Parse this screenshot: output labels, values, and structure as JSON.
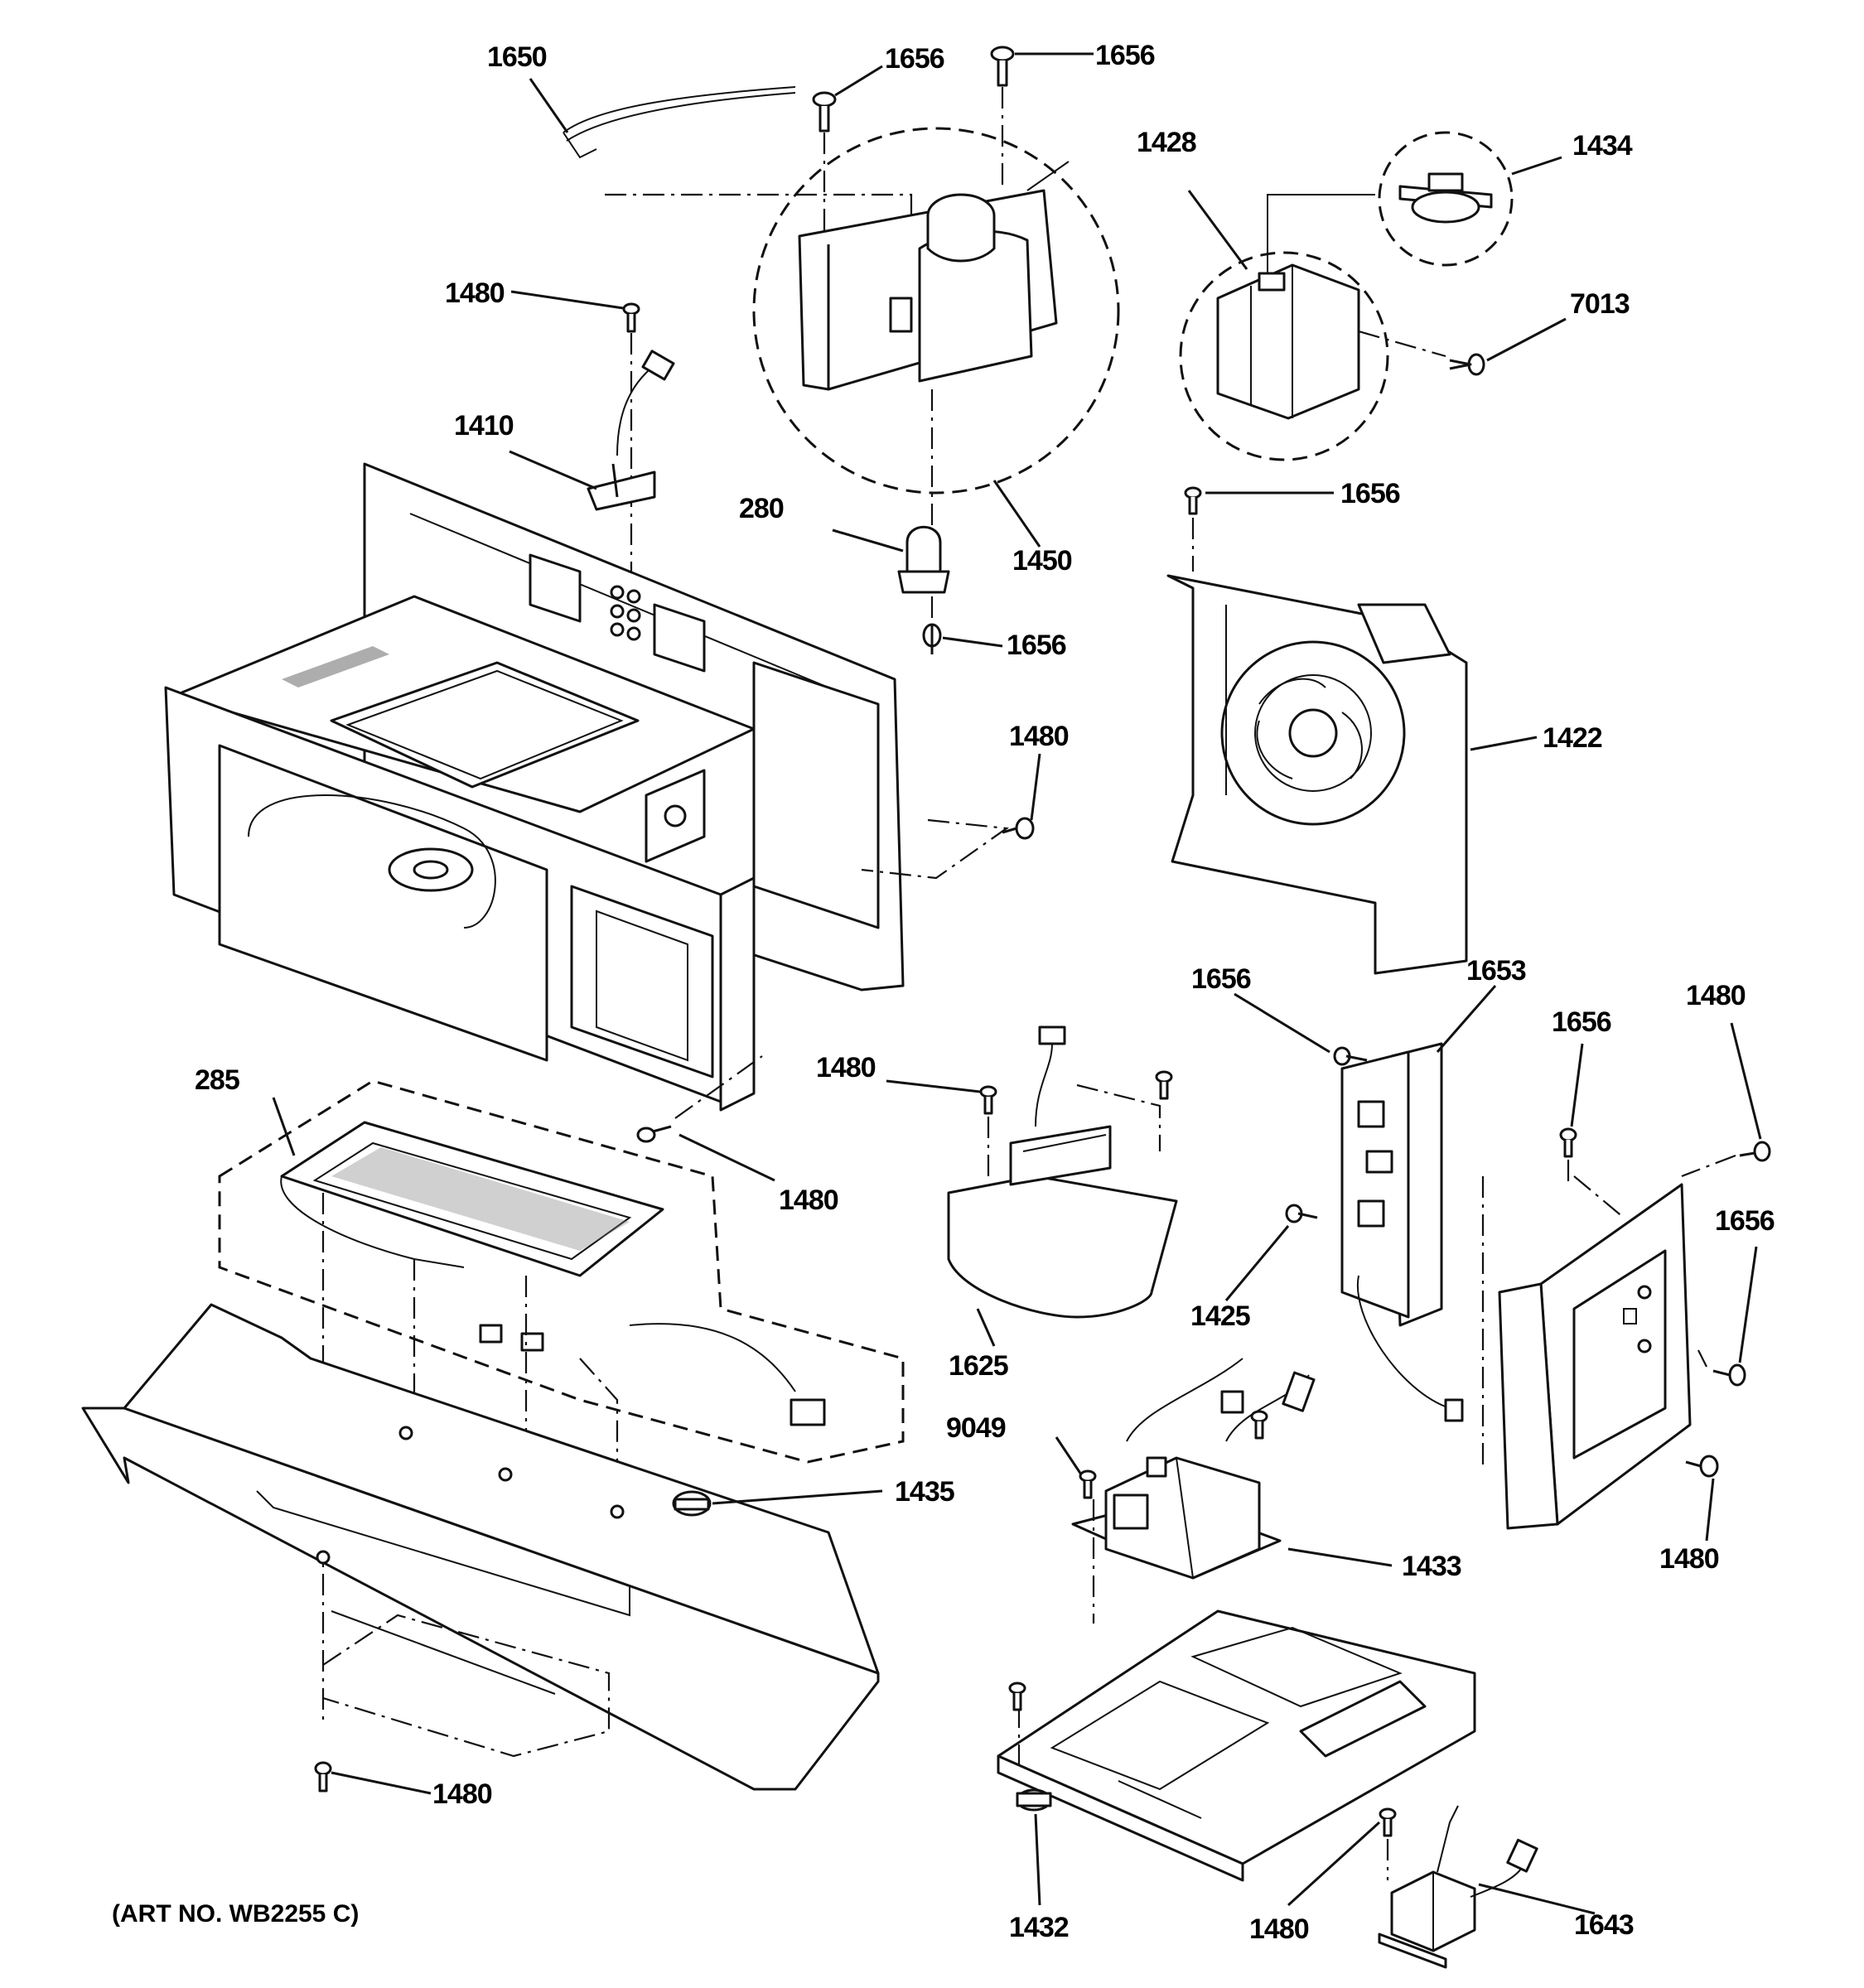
{
  "labels": {
    "l1650": "1650",
    "l1656a": "1656",
    "l1656b": "1656",
    "l1480a": "1480",
    "l1410": "1410",
    "l280": "280",
    "l1450": "1450",
    "l1656c": "1656",
    "l1480b": "1480",
    "l1428": "1428",
    "l1434": "1434",
    "l7013": "7013",
    "l1656d": "1656",
    "l1422": "1422",
    "l1656e": "1656",
    "l1653": "1653",
    "l1656f": "1656",
    "l1480c": "1480",
    "l1656g": "1656",
    "l285": "285",
    "l1480d": "1480",
    "l1480e": "1480",
    "l1625": "1625",
    "l1425": "1425",
    "l1480f": "1480",
    "l9049": "9049",
    "l1433": "1433",
    "l1435": "1435",
    "l1480g": "1480",
    "l1432": "1432",
    "l1480h": "1480",
    "l1643": "1643"
  },
  "art_number": "(ART NO. WB2255 C)"
}
